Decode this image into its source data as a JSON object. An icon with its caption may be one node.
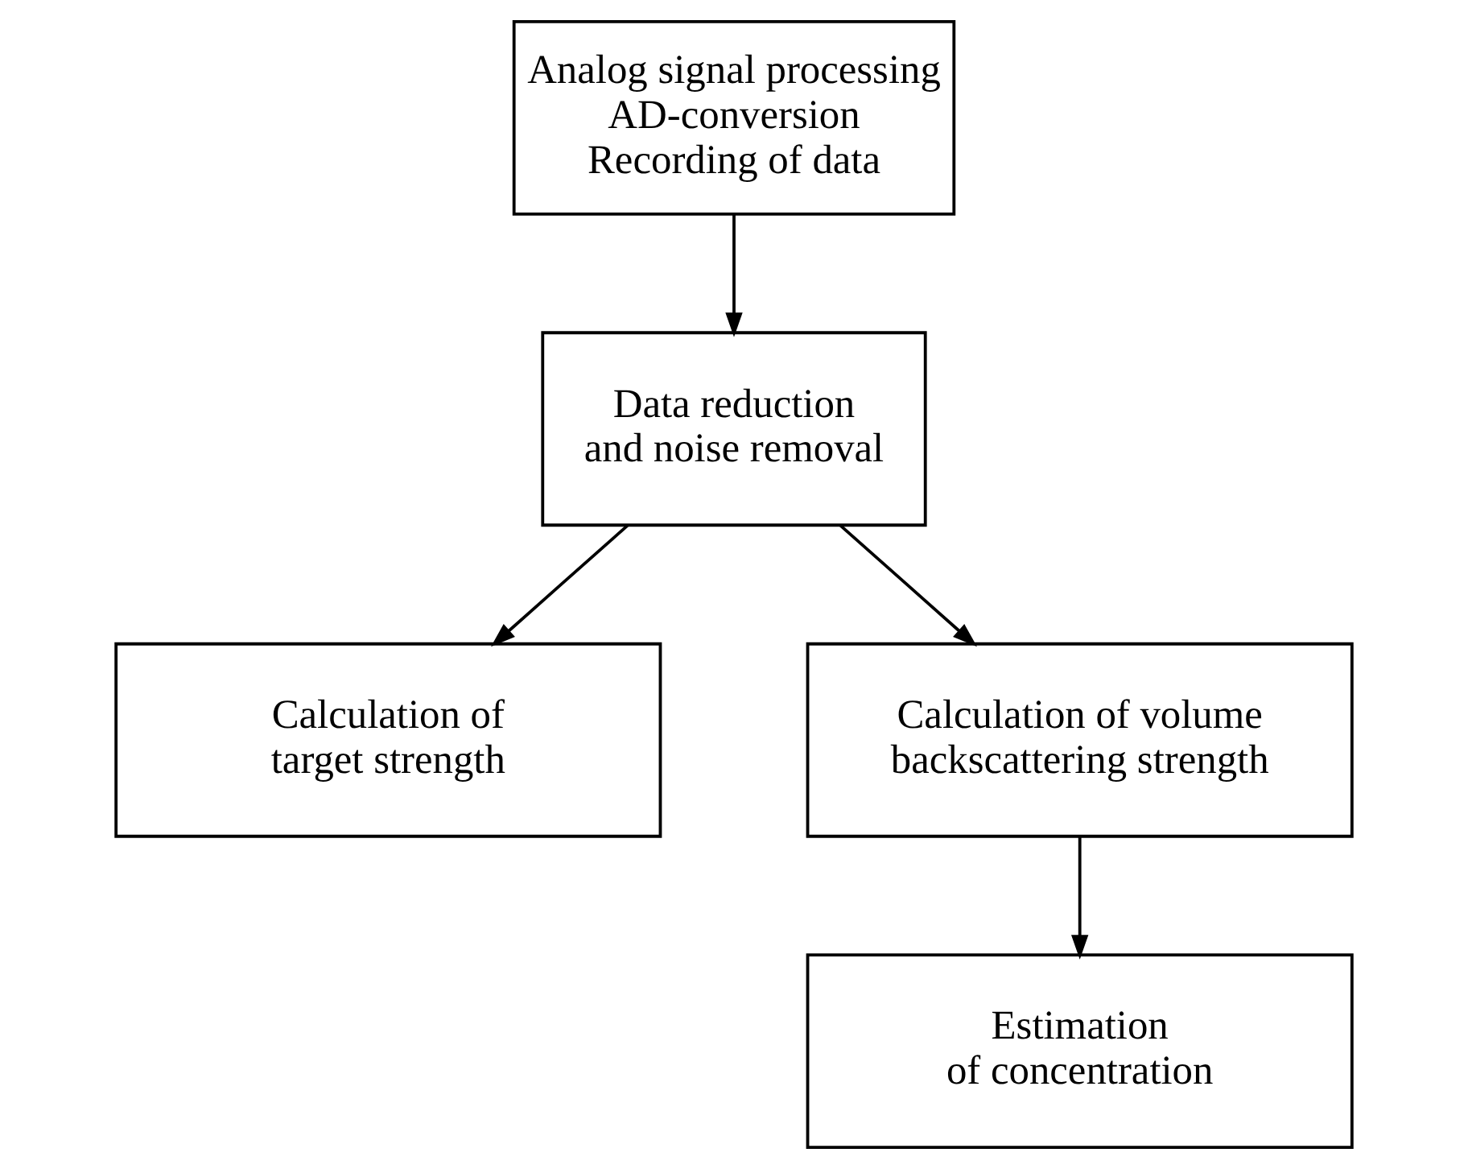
{
  "diagram": {
    "nodes": [
      {
        "text": [
          "Analog signal processing",
          "AD-conversion",
          "Recording of data"
        ]
      },
      {
        "text": [
          "Data reduction and noise removal"
        ]
      },
      {
        "text": [
          "Calculation of target strength"
        ]
      },
      {
        "text": [
          "Calculation of volume backscattering strength"
        ]
      },
      {
        "text": [
          "Estimation of concentration"
        ]
      }
    ],
    "edges": [
      {
        "from": 0,
        "to": 1,
        "arrow": "to"
      },
      {
        "from": 1,
        "to": 2,
        "arrow": "to"
      },
      {
        "from": 1,
        "to": 3,
        "arrow": "to"
      },
      {
        "from": 3,
        "to": 4,
        "arrow": "to"
      }
    ]
  }
}
